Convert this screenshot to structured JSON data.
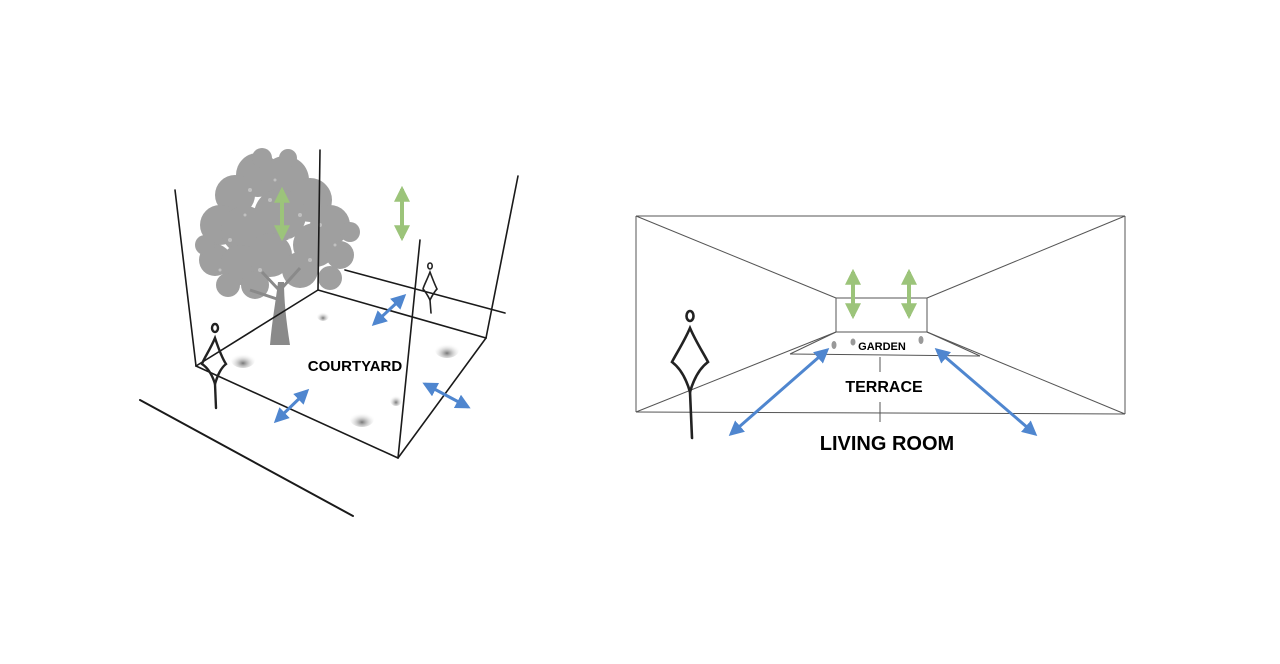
{
  "diagram_left": {
    "space_label": "COURTYARD",
    "colors": {
      "vertical_arrow": "#9cc47a",
      "horizontal_arrow": "#4f86cf",
      "tree": "#9a9a9a",
      "lines": "#1a1a1a"
    },
    "icons": [
      "tree-icon",
      "person-figure-icon",
      "grass-tuft-icon",
      "double-arrow-icon"
    ]
  },
  "diagram_right": {
    "labels": {
      "garden": "GARDEN",
      "terrace": "TERRACE",
      "living_room": "LIVING ROOM"
    },
    "colors": {
      "vertical_arrow": "#9cc47a",
      "horizontal_arrow": "#4f86cf",
      "lines": "#555555"
    },
    "icons": [
      "person-figure-icon",
      "double-arrow-icon"
    ]
  }
}
